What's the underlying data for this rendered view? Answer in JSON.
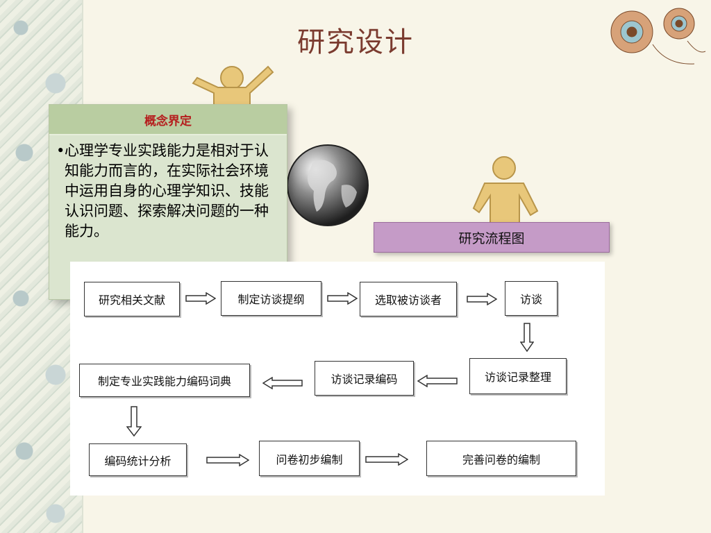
{
  "slide": {
    "title": "研究设计"
  },
  "concept": {
    "header": "概念界定",
    "bullet": "•",
    "body": "心理学专业实践能力是相对于认知能力而言的，在实际社会环境中运用自身的心理学知识、技能认识问题、探索解决问题的一种能力。"
  },
  "flow": {
    "title": "研究流程图",
    "steps": [
      "研究相关文献",
      "制定访谈提纲",
      "选取被访谈者",
      "访谈",
      "访谈记录整理",
      "访谈记录编码",
      "制定专业实践能力编码词典",
      "编码统计分析",
      "问卷初步编制",
      "完善问卷的编制"
    ]
  },
  "decor": {
    "background": "#f8f5e8",
    "title_color": "#7b3b2f",
    "concept_header_color": "#b9cda1",
    "concept_body_color": "#dbe5cf",
    "flow_title_color": "#c59bc7",
    "figure_color": "#e8c77a",
    "icons": [
      "floral-border",
      "flower-ornament",
      "stick-figure-arms-up",
      "globe",
      "stick-figure-sitting",
      "arrow-right",
      "arrow-left",
      "arrow-down"
    ]
  }
}
